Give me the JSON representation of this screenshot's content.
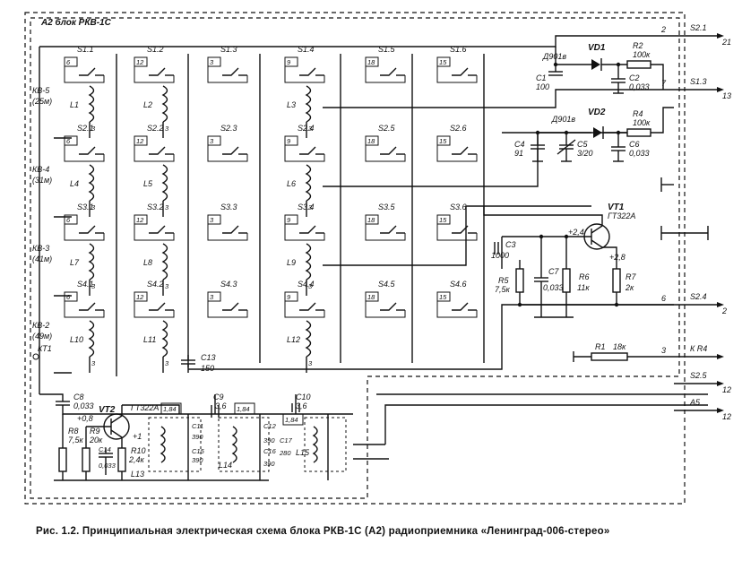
{
  "block_label": "А2 блок РКВ-1С",
  "switch_groups": [
    {
      "band": "КВ-5",
      "wavelength": "(25м)",
      "switches": [
        "S1.1",
        "S1.2",
        "S1.3",
        "S1.4",
        "S1.5",
        "S1.6"
      ],
      "coils": [
        "L1",
        "L2",
        "L3"
      ]
    },
    {
      "band": "КВ-4",
      "wavelength": "(31м)",
      "switches": [
        "S2.1",
        "S2.2",
        "S2.3",
        "S2.4",
        "S2.5",
        "S2.6"
      ],
      "coils": [
        "L4",
        "L5",
        "L6"
      ]
    },
    {
      "band": "КВ-3",
      "wavelength": "(41м)",
      "switches": [
        "S3.1",
        "S3.2",
        "S3.3",
        "S3.4",
        "S3.5",
        "S3.6"
      ],
      "coils": [
        "L7",
        "L8",
        "L9"
      ]
    },
    {
      "band": "КВ-2",
      "wavelength": "(49м)",
      "switches": [
        "S4.1",
        "S4.2",
        "S4.3",
        "S4.4",
        "S4.5",
        "S4.6"
      ],
      "coils": [
        "L10",
        "L11",
        "L12"
      ]
    }
  ],
  "switch_pins": [
    "6",
    "12",
    "3",
    "9",
    "18",
    "15"
  ],
  "components": {
    "vd1": "VD1",
    "vd1_type": "Д901в",
    "vd2": "VD2",
    "vd2_type": "Д901в",
    "r2": "R2",
    "r2_val": "100к",
    "r4": "R4",
    "r4_val": "100к",
    "c1": "C1",
    "c1_val": "100",
    "c2": "C2",
    "c2_val": "0,033",
    "c4": "C4",
    "c4_val": "91",
    "c5": "C5",
    "c5_val": "3/20",
    "c6": "C6",
    "c6_val": "0,033",
    "vt1": "VT1",
    "vt1_type": "ГТ322А",
    "vt1_v1": "+2,4",
    "vt1_v2": "+2,8",
    "c3": "C3",
    "c3_val": "1000",
    "r5": "R5",
    "r5_val": "7,5к",
    "c7": "C7",
    "c7_val": "0,033",
    "r6": "R6",
    "r6_val": "11к",
    "r7": "R7",
    "r7_val": "2к",
    "r1": "R1",
    "r1_val": "18к",
    "c13": "C13",
    "c13_val": "150",
    "c8": "C8",
    "c8_val": "0,033",
    "vt2": "VT2",
    "vt2_type": "ГТ322А",
    "vt2_v1": "+0,8",
    "vt2_v2": "+1",
    "r8": "R8",
    "r8_val": "7,5к",
    "r9": "R9",
    "r9_val": "20к",
    "c14": "C14",
    "c14_val": "0,033",
    "r10": "R10",
    "r10_val": "2,4к",
    "c9": "C9",
    "c9_val": "3,6",
    "c10": "C10",
    "c10_val": "3,6",
    "c11": "C11",
    "c11_val": "390",
    "c12": "C12",
    "c12_val": "390",
    "c15": "C15",
    "c15_val": "390",
    "c16": "C16",
    "c16_val": "390",
    "c17": "C17",
    "c17_val": "280",
    "l13": "L13",
    "l14": "L14",
    "l15": "L15",
    "f1": "1,84",
    "f2": "1,84",
    "f3": "1,84",
    "kt1": "КТ1"
  },
  "connectors": [
    {
      "pin": "2",
      "label": "S2.1",
      "dest": "21"
    },
    {
      "pin": "7",
      "label": "S1.3",
      "dest": "13"
    },
    {
      "pin": "6",
      "label": "S2.4",
      "dest": "2"
    },
    {
      "pin": "3",
      "label": "К R4",
      "dest": ""
    },
    {
      "pin": "",
      "label": "S2.5",
      "dest": "12"
    },
    {
      "pin": "",
      "label": "А5",
      "dest": "12"
    }
  ],
  "caption": "Рис. 1.2. Принципиальная электрическая схема блока РКВ-1С (А2) радиоприемника «Ленинград-006-стерео»"
}
